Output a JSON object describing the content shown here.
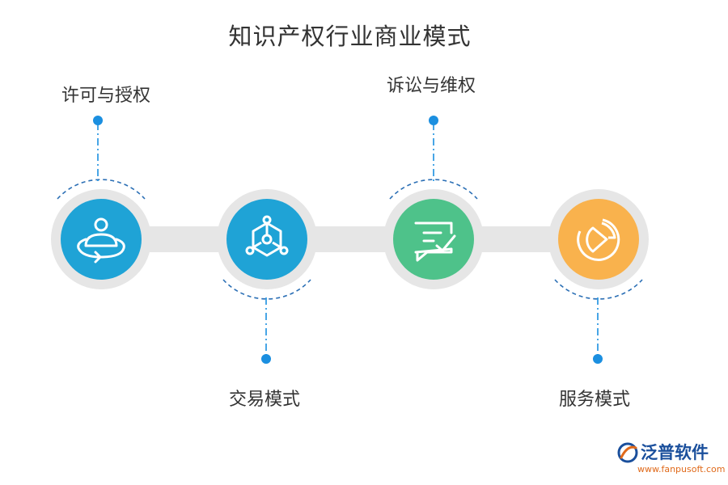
{
  "title": "知识产权行业商业模式",
  "nodes": [
    {
      "label": "许可与授权",
      "color": "#1fa3d6",
      "icon": "person-rotate-icon"
    },
    {
      "label": "交易模式",
      "color": "#1fa3d6",
      "icon": "cube-network-icon"
    },
    {
      "label": "诉讼与维权",
      "color": "#4ec28a",
      "icon": "message-check-icon"
    },
    {
      "label": "服务模式",
      "color": "#f9b24d",
      "icon": "pie-chart-icon"
    }
  ],
  "accent": "#1b8fe0",
  "brand": {
    "name": "泛普软件",
    "url": "www.fanpusoft.com"
  }
}
